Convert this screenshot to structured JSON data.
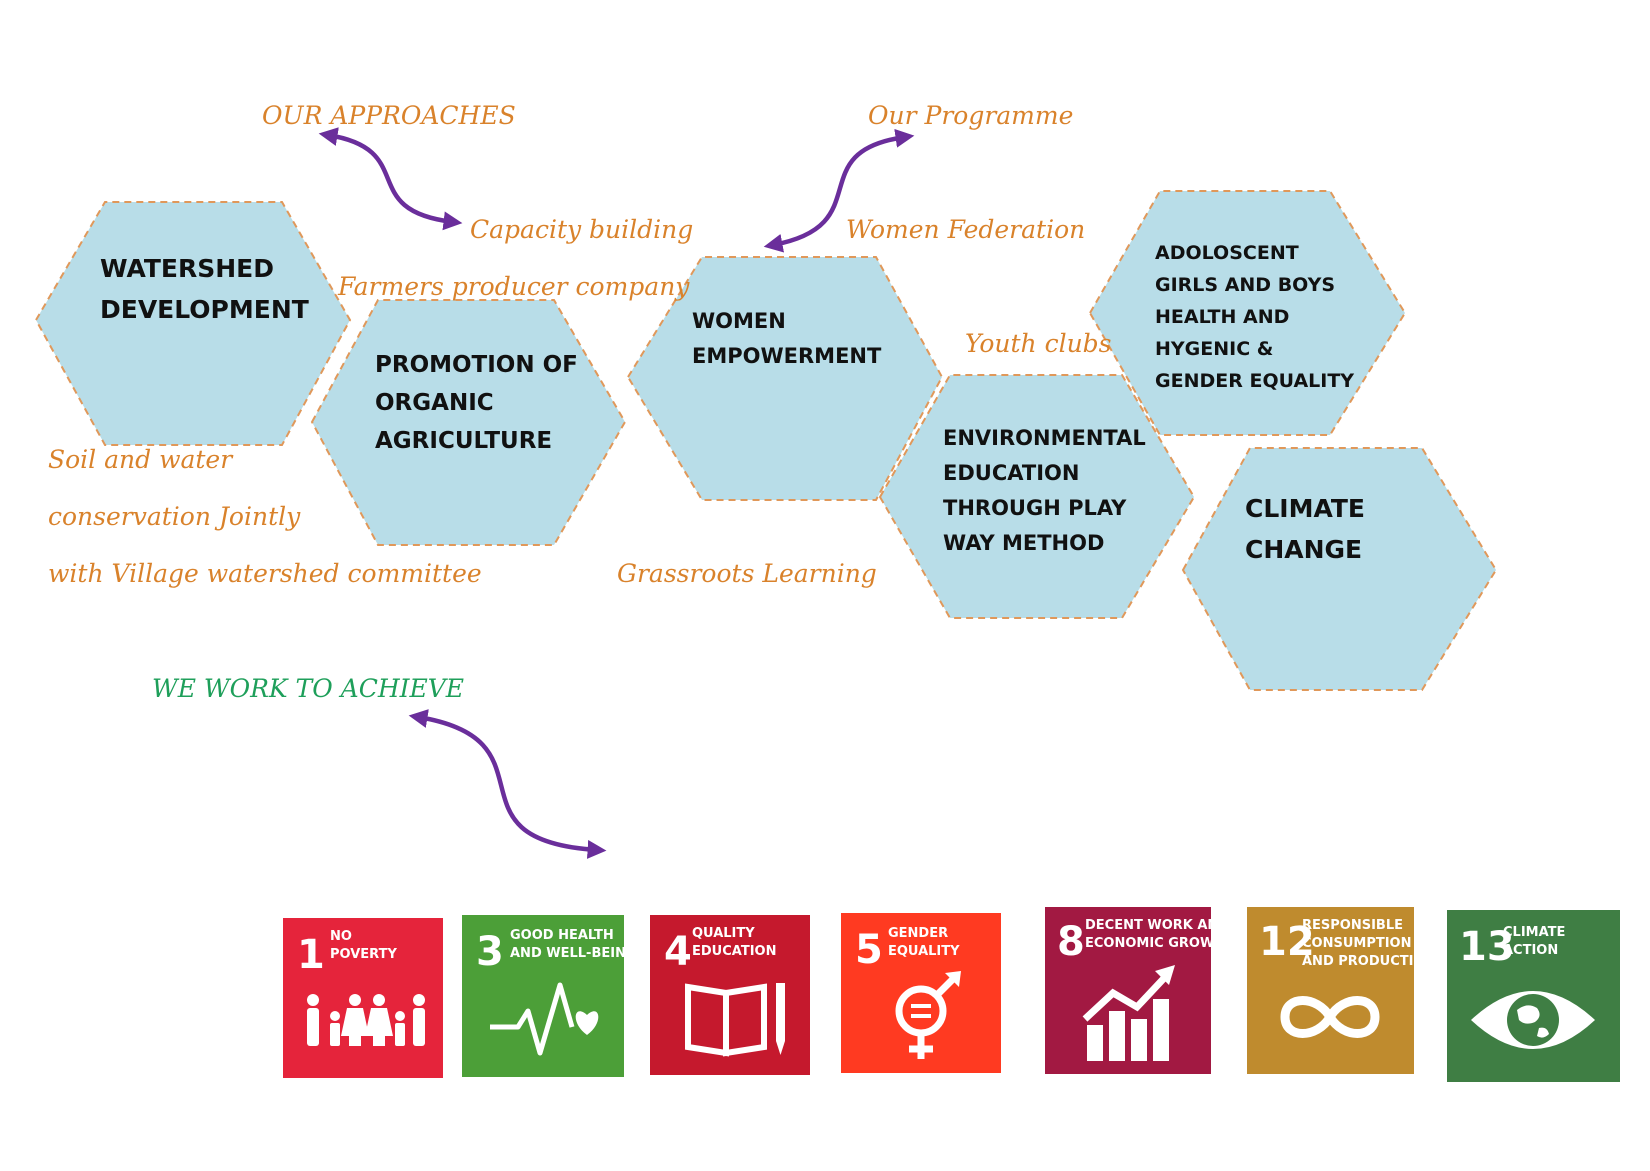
{
  "colors": {
    "hex_fill": "#b8dde8",
    "hex_stroke": "#e0985a",
    "label_orange": "#d9822b",
    "heading_green": "#1e9f5a",
    "arrow_purple": "#6a2e9b",
    "sdg1": "#e5243b",
    "sdg3": "#4c9f38",
    "sdg4": "#c5192d",
    "sdg5": "#ff3a21",
    "sdg8": "#a21942",
    "sdg12": "#bf8b2e",
    "sdg13": "#3f7e44"
  },
  "headings": {
    "approaches": "OUR APPROACHES",
    "programme": "Our Programme",
    "achieve": "WE WORK TO ACHIEVE"
  },
  "labels": {
    "capacity": "Capacity building",
    "women_federation": "Women Federation",
    "farmers": "Farmers producer company",
    "youth": "Youth clubs",
    "soil_1": "Soil and water",
    "soil_2": "conservation Jointly",
    "soil_3": "with Village watershed committee",
    "grassroots": "Grassroots Learning"
  },
  "hexagons": {
    "watershed": [
      "WATERSHED",
      "DEVELOPMENT"
    ],
    "organic": [
      "PROMOTION OF",
      "ORGANIC",
      "AGRICULTURE"
    ],
    "women": [
      "WOMEN",
      "EMPOWERMENT"
    ],
    "adolescent": [
      "ADOLOSCENT",
      "GIRLS AND BOYS",
      "HEALTH AND",
      "HYGENIC &",
      "GENDER EQUALITY"
    ],
    "environment": [
      "ENVIRONMENTAL",
      "EDUCATION",
      "THROUGH PLAY",
      "WAY METHOD"
    ],
    "climate": [
      "CLIMATE",
      "CHANGE"
    ]
  },
  "sdgs": [
    {
      "number": "1",
      "line1": "NO",
      "line2": "POVERTY",
      "line3": "",
      "icon": "family-icon"
    },
    {
      "number": "3",
      "line1": "GOOD HEALTH",
      "line2": "AND WELL-BEING",
      "line3": "",
      "icon": "heartbeat-icon"
    },
    {
      "number": "4",
      "line1": "QUALITY",
      "line2": "EDUCATION",
      "line3": "",
      "icon": "book-pencil-icon"
    },
    {
      "number": "5",
      "line1": "GENDER",
      "line2": "EQUALITY",
      "line3": "",
      "icon": "gender-equality-icon"
    },
    {
      "number": "8",
      "line1": "DECENT WORK AND",
      "line2": "ECONOMIC GROWTH",
      "line3": "",
      "icon": "growth-chart-icon"
    },
    {
      "number": "12",
      "line1": "RESPONSIBLE",
      "line2": "CONSUMPTION",
      "line3": "AND PRODUCTION",
      "icon": "infinity-icon"
    },
    {
      "number": "13",
      "line1": "CLIMATE",
      "line2": "ACTION",
      "line3": "",
      "icon": "earth-eye-icon"
    }
  ]
}
